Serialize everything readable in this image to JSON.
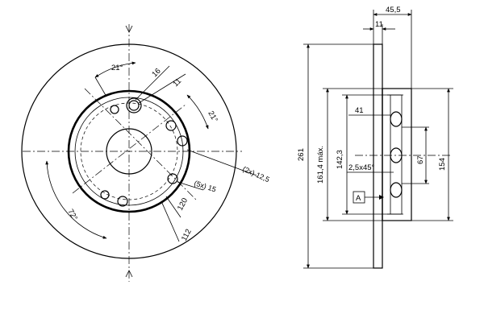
{
  "front_view": {
    "angle_top": "21°",
    "angle_right": "21°",
    "angle_bottom_left": "72°",
    "dim_16": "16",
    "dim_11": "11",
    "dim_12_5": "(2x) 12,5",
    "dim_15": "(5x) 15",
    "dim_120": "120",
    "dim_112": "112"
  },
  "side_view": {
    "dim_45_5": "45,5",
    "dim_11": "11",
    "dim_41": "41",
    "dim_261": "261",
    "dim_161_4": "161,4 máx.",
    "dim_142_3": "142,3",
    "dim_67": "67",
    "dim_154": "154",
    "chamfer": "2,5x45°",
    "datum": "A"
  }
}
